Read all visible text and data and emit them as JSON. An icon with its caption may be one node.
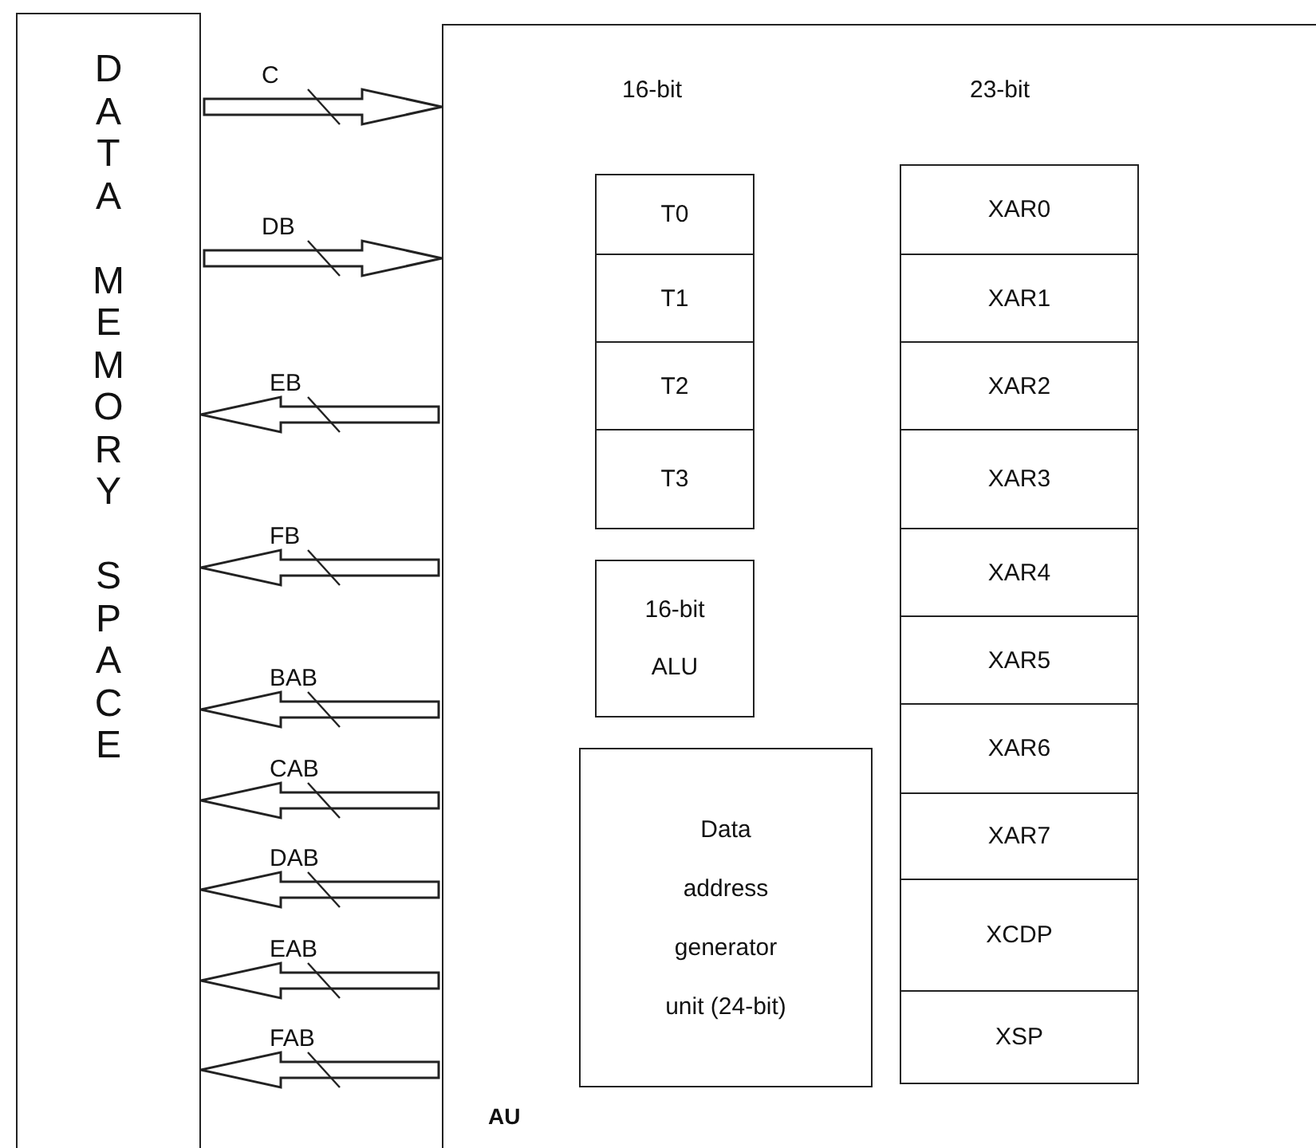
{
  "diagram": {
    "nodes": [
      {
        "text": [
          "DATA MEMORY SPACE"
        ]
      },
      {
        "text": [
          "AU"
        ]
      },
      {
        "text": [
          "T0"
        ],
        "in": 1
      },
      {
        "text": [
          "T1"
        ],
        "in": 1
      },
      {
        "text": [
          "T2"
        ],
        "in": 1
      },
      {
        "text": [
          "T3"
        ],
        "in": 1
      },
      {
        "text": [
          "16-bit ALU"
        ],
        "in": 1
      },
      {
        "text": [
          "Data address generator unit (24-bit)"
        ],
        "in": 1
      },
      {
        "text": [
          "XAR0"
        ],
        "in": 1
      },
      {
        "text": [
          "XAR1"
        ],
        "in": 1
      },
      {
        "text": [
          "XAR2"
        ],
        "in": 1
      },
      {
        "text": [
          "XAR3"
        ],
        "in": 1
      },
      {
        "text": [
          "XAR4"
        ],
        "in": 1
      },
      {
        "text": [
          "XAR5"
        ],
        "in": 1
      },
      {
        "text": [
          "XAR6"
        ],
        "in": 1
      },
      {
        "text": [
          "XAR7"
        ],
        "in": 1
      },
      {
        "text": [
          "XCDP"
        ],
        "in": 1
      },
      {
        "text": [
          "XSP"
        ],
        "in": 1
      }
    ],
    "edges": [
      {
        "from": 0,
        "to": 1,
        "arrow": "to",
        "label": "C"
      },
      {
        "from": 0,
        "to": 1,
        "arrow": "to",
        "label": "DB"
      },
      {
        "from": 1,
        "to": 0,
        "arrow": "to",
        "label": "EB"
      },
      {
        "from": 1,
        "to": 0,
        "arrow": "to",
        "label": "FB"
      },
      {
        "from": 1,
        "to": 0,
        "arrow": "to",
        "label": "BAB"
      },
      {
        "from": 1,
        "to": 0,
        "arrow": "to",
        "label": "CAB"
      },
      {
        "from": 1,
        "to": 0,
        "arrow": "to",
        "label": "DAB"
      },
      {
        "from": 1,
        "to": 0,
        "arrow": "to",
        "label": "EAB"
      },
      {
        "from": 1,
        "to": 0,
        "arrow": "to",
        "label": "FAB"
      }
    ],
    "labels": [
      "16-bit",
      "23-bit"
    ]
  }
}
